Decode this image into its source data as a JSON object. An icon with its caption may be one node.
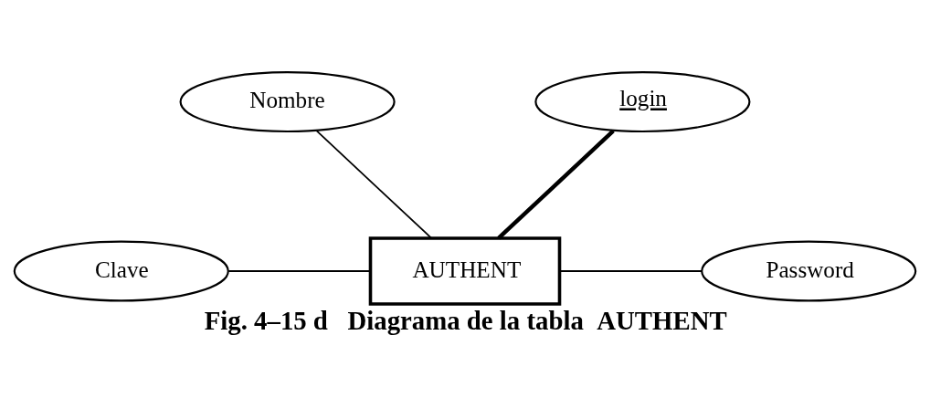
{
  "diagram": {
    "caption": "Fig. 4–15 d   Diagrama de la tabla  AUTHENT",
    "nodes": [
      {
        "text": [
          "Nombre"
        ]
      },
      {
        "text": [
          "login"
        ]
      },
      {
        "text": [
          "Clave"
        ]
      },
      {
        "text": [
          "AUTHENT"
        ]
      },
      {
        "text": [
          "Password"
        ]
      }
    ],
    "edges": [
      {
        "from": 0,
        "to": 3,
        "arrow": "none"
      },
      {
        "from": 1,
        "to": 3,
        "arrow": "none",
        "style": "thick"
      },
      {
        "from": 2,
        "to": 3,
        "arrow": "none"
      },
      {
        "from": 3,
        "to": 4,
        "arrow": "none"
      }
    ]
  }
}
